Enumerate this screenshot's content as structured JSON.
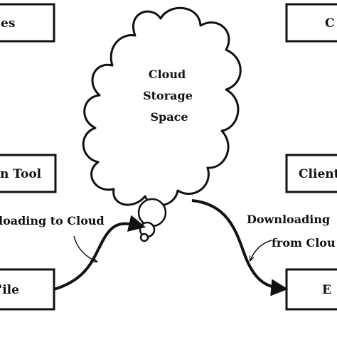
{
  "boxes": {
    "top_left": "es",
    "top_right": "C",
    "mid_left": "n Tool",
    "mid_right": "Client",
    "bottom_left": "'ile",
    "bottom_right": "E"
  },
  "cloud": {
    "line1": "Cloud",
    "line2": "Storage",
    "line3": "Space"
  },
  "labels": {
    "upload": "loading to Cloud",
    "download_line1": "Downloading",
    "download_line2": "from Clou"
  },
  "colors": {
    "stroke": "#111111",
    "background": "#ffffff"
  }
}
